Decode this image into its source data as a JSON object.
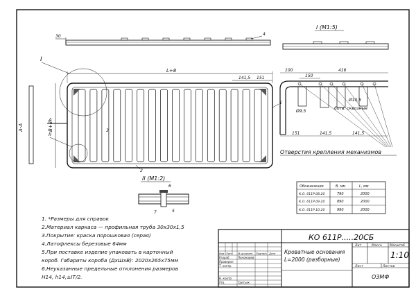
{
  "views": {
    "detail_top_title": "I (M1:5)",
    "detail_bottom_title": "II (M1:2)",
    "callout_i": "I",
    "callout_ii": "II",
    "section_a": "A",
    "section_aa": "A-A"
  },
  "dimensions": {
    "top_30": "30",
    "length_L": "L+8",
    "width_B": "B+8",
    "d_141_5_a": "141,5",
    "d_151_a": "151",
    "d_100": "100",
    "d_416": "416",
    "d_150": "150",
    "d_151_b": "151",
    "d_141_5_b": "141,5",
    "d_141_5_c": "141,5",
    "hole_95": "Ø9,5",
    "hole_105": "Ø10,5",
    "weld_note": "6отв. сквозные",
    "holes_caption": "Отверстия крепления механизмов"
  },
  "positions": {
    "p1": "1",
    "p2": "2",
    "p3": "3",
    "p4": "4",
    "p5": "5",
    "p6": "6",
    "p7": "7"
  },
  "spec_table": {
    "headers": [
      "Обозначение",
      "B, мм",
      "L, мм"
    ],
    "rows": [
      [
        "К.О. 611Р.08.20",
        "790",
        "2000"
      ],
      [
        "К.О. 611Р.09.20",
        "890",
        "2000"
      ],
      [
        "К.О. 611Р.10.20",
        "990",
        "2000"
      ]
    ]
  },
  "notes": [
    "1. *Размеры для справок",
    "2.Материал каркаса — профильная труба 30х30х1,5",
    "3.Покрытие: краска порошковая (серая)",
    "4.Латофлексы березовые 64мм",
    "5.При поставке изделие упаковать в картонный",
    "короб. Габариты короба (ДхШхВ): 2020х265х75мм",
    "6.Неуказанные предельные отклонения размеров",
    "H14, h14,±IT/2."
  ],
  "title_block": {
    "doc_number": "КО 611Р.....20СБ",
    "product_name_1": "Кроватные основания",
    "product_name_2": "L=2000 (разборные)",
    "lit_label": "Лит",
    "mass_label": "Масса",
    "scale_label": "Масштаб",
    "scale_value": "1:10",
    "sheet_label": "Лист",
    "sheets_label": "Листов",
    "company": "ОЗМФ",
    "row_labels": [
      "Изм",
      "Лист",
      "№ докумен.",
      "Подпись",
      "Дата"
    ],
    "people_labels": [
      "Разраб.",
      "Проверил",
      "Т. контр.",
      "Н. контр.",
      "Утв."
    ],
    "people_names": [
      "Пономарев",
      "",
      "",
      "",
      "Третьяк"
    ]
  }
}
